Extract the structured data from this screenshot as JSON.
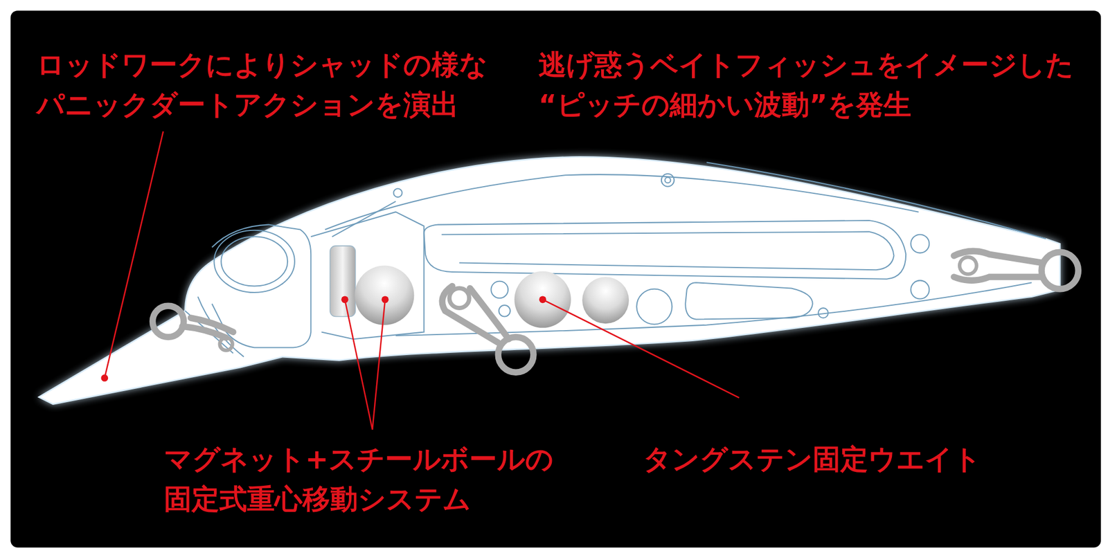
{
  "diagram": {
    "labels": [
      "ロッドワークによりシャッドの様な パニックダートアクションを演出",
      "逃げ惑うベイトフィッシュをイメージした “ピッチの細かい波動”を発生",
      "マグネット+スチールボールの 固定式重心移動システム",
      "タングステン固定ウエイト"
    ]
  }
}
